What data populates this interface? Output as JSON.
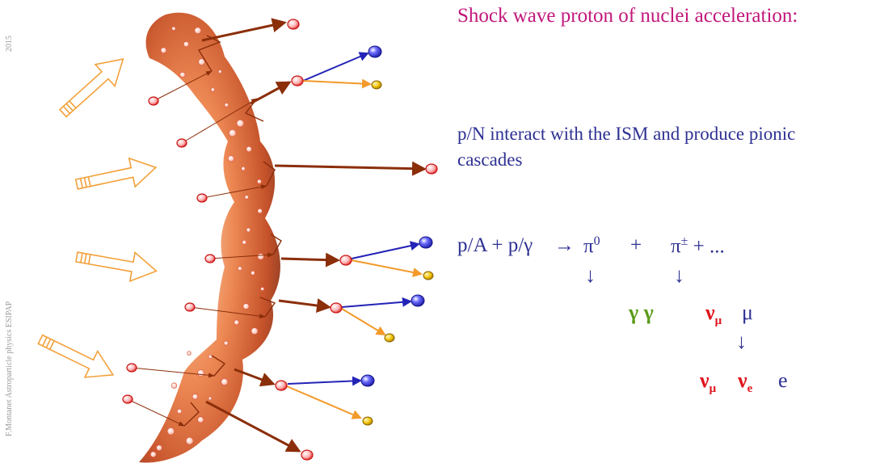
{
  "side_year": "2015",
  "side_author": "F.Montanet   Astroparticle physics ESIPAP",
  "title": "Shock wave proton of nuclei acceleration:",
  "description": "p/N interact with the ISM and produce pionic cascades",
  "equation": {
    "lhs": "p/A + p/γ",
    "arrow": "→",
    "pi0": "π",
    "pi0_sup": "0",
    "plus": "+",
    "pipm": "π",
    "pipm_sup": "±",
    "rest": "+ ..."
  },
  "decay": {
    "down": "↓",
    "gamma_pair": "γ γ",
    "numu": "ν",
    "mu_sub": "μ",
    "muon": "μ",
    "nue": "ν",
    "e_sub": "e",
    "electron": "e"
  },
  "colors": {
    "title": "#c2177a",
    "text": "#2e3192",
    "gamma": "#5a9a1a",
    "neutrino": "#e0171f",
    "proton": "#e02020",
    "proton_track": "#8b2e0a",
    "pion_track": "#2323b8",
    "lepton_track": "#f39a2a",
    "lepton": "#e0b000",
    "incoming_arrow": "#f3a13a",
    "shell": "#e06a38"
  }
}
